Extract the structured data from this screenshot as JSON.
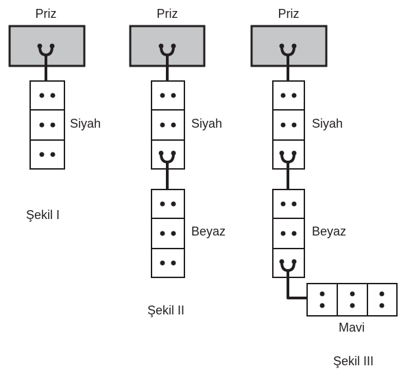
{
  "outlet_label": "Priz",
  "figures": [
    {
      "caption": "Şekil I",
      "strips": [
        {
          "label": "Siyah"
        }
      ]
    },
    {
      "caption": "Şekil II",
      "strips": [
        {
          "label": "Siyah"
        },
        {
          "label": "Beyaz"
        }
      ]
    },
    {
      "caption": "Şekil III",
      "strips": [
        {
          "label": "Siyah"
        },
        {
          "label": "Beyaz"
        },
        {
          "label": "Mavi"
        }
      ]
    }
  ],
  "colors": {
    "outlet_fill": "#c6c7c8",
    "ink": "#231f20",
    "background": "#ffffff"
  }
}
